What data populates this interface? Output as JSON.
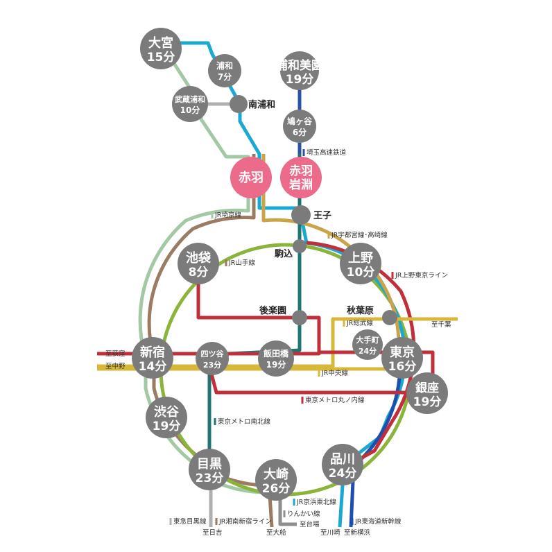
{
  "colors": {
    "keihin_tohoku": "#1aa9d0",
    "saikyo": "#a2c8a4",
    "yamanote": "#8ab43a",
    "utsunomiya": "#cba44a",
    "shonan_shinjuku": "#9b7b62",
    "chuo": "#d8b83a",
    "marunouchi": "#c02f3a",
    "namboku": "#1e7571",
    "saitama_rail": "#2d53a2",
    "tokaido": "#1e4fae",
    "tokyu": "#b0b0b0",
    "rinkai": "#8e8e8e",
    "station": "#7b7b7b",
    "highlight": "#ec6b8a"
  },
  "stations": {
    "omiya": {
      "name": "大宮",
      "time": "15分"
    },
    "urawa": {
      "name": "浦和",
      "time": "7分"
    },
    "musashi": {
      "name": "武蔵浦和",
      "time": "10分"
    },
    "minami_urawa": {
      "name": "南浦和"
    },
    "urawa_misono": {
      "name": "浦和美園",
      "time": "19分"
    },
    "hatogaya": {
      "name": "鳩ヶ谷",
      "time": "6分"
    },
    "akabane": {
      "name": "赤羽"
    },
    "akabane_iwabuchi": {
      "name1": "赤羽",
      "name2": "岩淵"
    },
    "oji": {
      "name": "王子"
    },
    "komagome": {
      "name": "駒込"
    },
    "ikebukuro": {
      "name": "池袋",
      "time": "8分"
    },
    "ueno": {
      "name": "上野",
      "time": "10分"
    },
    "korakuen": {
      "name": "後楽園"
    },
    "akihabara": {
      "name": "秋葉原"
    },
    "otemachi": {
      "name": "大手町",
      "time": "24分"
    },
    "shinjuku": {
      "name": "新宿",
      "time": "14分"
    },
    "yotsuya": {
      "name": "四ツ谷",
      "time": "23分"
    },
    "iidabashi": {
      "name": "飯田橋",
      "time": "19分"
    },
    "tokyo": {
      "name": "東京",
      "time": "16分"
    },
    "ginza": {
      "name": "銀座",
      "time": "19分"
    },
    "shibuya": {
      "name": "渋谷",
      "time": "19分"
    },
    "meguro": {
      "name": "目黒",
      "time": "23分"
    },
    "osaki": {
      "name": "大崎",
      "time": "26分"
    },
    "shinagawa": {
      "name": "品川",
      "time": "24分"
    }
  },
  "lines": {
    "saitama_kosoku": "埼玉高速鉄道",
    "saikyo": "JR埼京線",
    "utsunomiya": "JR宇都宮線･高崎線",
    "yamanote": "JR山手線",
    "ueno_tokyo": "JR上野東京ライン",
    "sobu": "JR総武線",
    "chuo": "JR中央線",
    "marunouchi": "東京メトロ丸ノ内線",
    "namboku": "東京メトロ南北線",
    "keihin": "JR京浜東北線",
    "rinkai": "りんかい線",
    "tokyu": "東急目黒線",
    "shonan": "JR湘南新宿ライン",
    "tokaido": "JR東海道新幹線"
  },
  "destinations": {
    "ogikubo": "至荻窪",
    "nakano": "至中野",
    "chiba": "至千葉",
    "hiyoshi": "至日吉",
    "ofuna": "至大船",
    "odaiba": "至台場",
    "kawasaki": "至川崎",
    "shinyokohama": "至新横浜"
  }
}
